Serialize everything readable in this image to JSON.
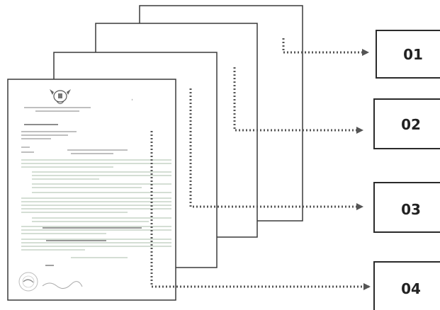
{
  "colors": {
    "page_border": "#3a3a3a",
    "connector": "#555555",
    "box_border": "#2a2a2a",
    "label": "#222222",
    "doc_text": "#7a7a7a",
    "doc_text_green": "#8fae8f"
  },
  "boxes": [
    {
      "label": "01"
    },
    {
      "label": "02"
    },
    {
      "label": "03"
    },
    {
      "label": "04"
    }
  ],
  "document": {
    "crest_icon": "coat-of-arms-icon",
    "seal_icon": "round-seal-icon",
    "signature_icon": "handwritten-signature-icon"
  }
}
